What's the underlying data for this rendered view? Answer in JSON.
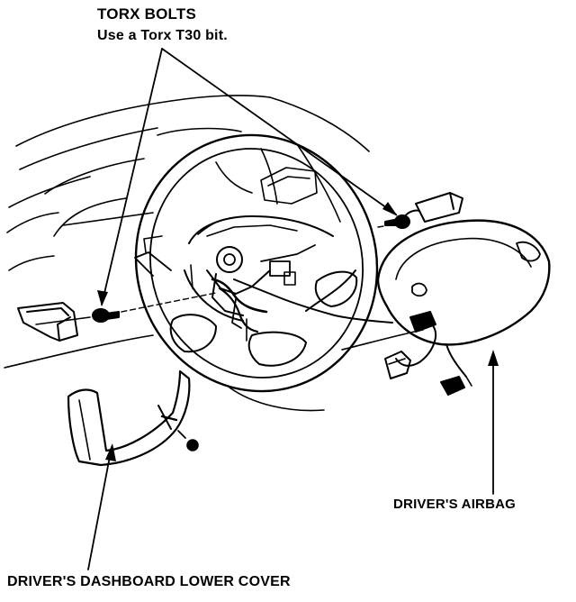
{
  "callouts": {
    "torx_bolts_title": "TORX BOLTS",
    "torx_bolts_note": "Use a Torx T30 bit.",
    "drivers_airbag": "DRIVER'S AIRBAG",
    "drivers_dashboard_lower_cover": "DRIVER'S DASHBOARD LOWER COVER"
  },
  "colors": {
    "ink": "#000000",
    "paper": "#ffffff"
  }
}
